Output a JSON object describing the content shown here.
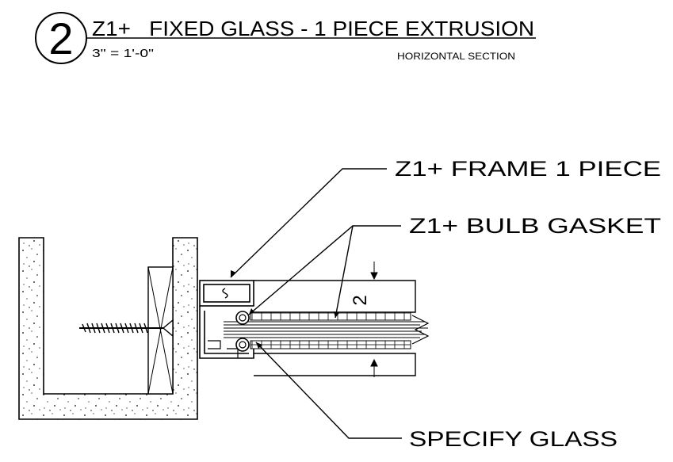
{
  "title_block": {
    "detail_number": "2",
    "title": "Z1+   FIXED GLASS - 1 PIECE EXTRUSION",
    "scale": "3\" = 1'-0\"",
    "view": "HORIZONTAL SECTION"
  },
  "callouts": {
    "frame": "Z1+ FRAME 1 PIECE",
    "gasket": "Z1+ BULB GASKET",
    "glass": "SPECIFY GLASS"
  },
  "dimension": {
    "value": "2"
  }
}
